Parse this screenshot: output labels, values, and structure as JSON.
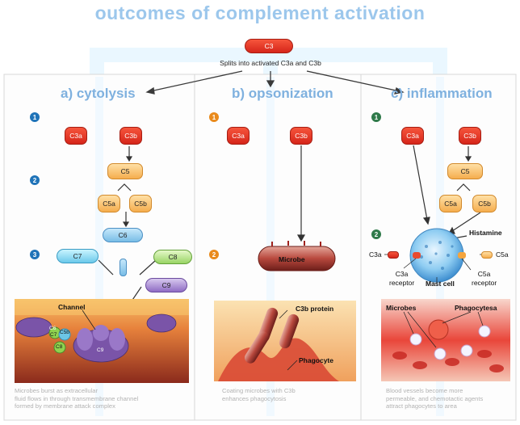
{
  "title": "outcomes of complement activation",
  "top": {
    "c3": "C3",
    "split_text": "Splits into activated C3a and C3b"
  },
  "panels": {
    "cytolysis": {
      "title": "a) cytolysis",
      "steps": [
        "1",
        "2",
        "3"
      ],
      "c3a": "C3a",
      "c3b": "C3b",
      "c5": "C5",
      "c5a": "C5a",
      "c5b": "C5b",
      "c6": "C6",
      "c7": "C7",
      "c8": "C8",
      "c9": "C9",
      "channel": "Channel",
      "mac_c5b": "C5b",
      "mac_c6": "C6",
      "mac_c7": "C7",
      "mac_c8": "C8",
      "mac_c9": "C9",
      "caption": [
        "Microbes burst as extracellular",
        "fluid flows in through transmembrane channel",
        "formed by membrane attack complex"
      ]
    },
    "opsonization": {
      "title": "b) opsonization",
      "steps": [
        "1",
        "2"
      ],
      "c3a": "C3a",
      "c3b": "C3b",
      "microbe": "Microbe",
      "c3b_protein": "C3b protein",
      "phagocyte": "Phagocyte",
      "caption": [
        "Coating microbes with C3b",
        "enhances phagocytosis"
      ]
    },
    "inflammation": {
      "title": "c) inflammation",
      "steps": [
        "1",
        "2"
      ],
      "c3a": "C3a",
      "c3b": "C3b",
      "c5": "C5",
      "c5a": "C5a",
      "c5b": "C5b",
      "histamine": "Histamine",
      "left_c3a": "C3a",
      "right_c5a": "C5a",
      "c3a_receptor": [
        "C3a",
        "receptor"
      ],
      "mast_cell": "Mast cell",
      "c5a_receptor": [
        "C5a",
        "receptor"
      ],
      "microbes": "Microbes",
      "phagocytes": "Phagocytesa",
      "caption": [
        "Blood vessels become more",
        "permeable, and chemotactic agents",
        "attract phagocytes to area"
      ]
    }
  },
  "colors": {
    "title": "#9cc7ec",
    "step_blue": "#1f73b8",
    "step_orange": "#e98a1c",
    "step_green": "#2f7a4a",
    "c3_red": "#e0321f",
    "c5_orange": "#f5ad4e"
  }
}
